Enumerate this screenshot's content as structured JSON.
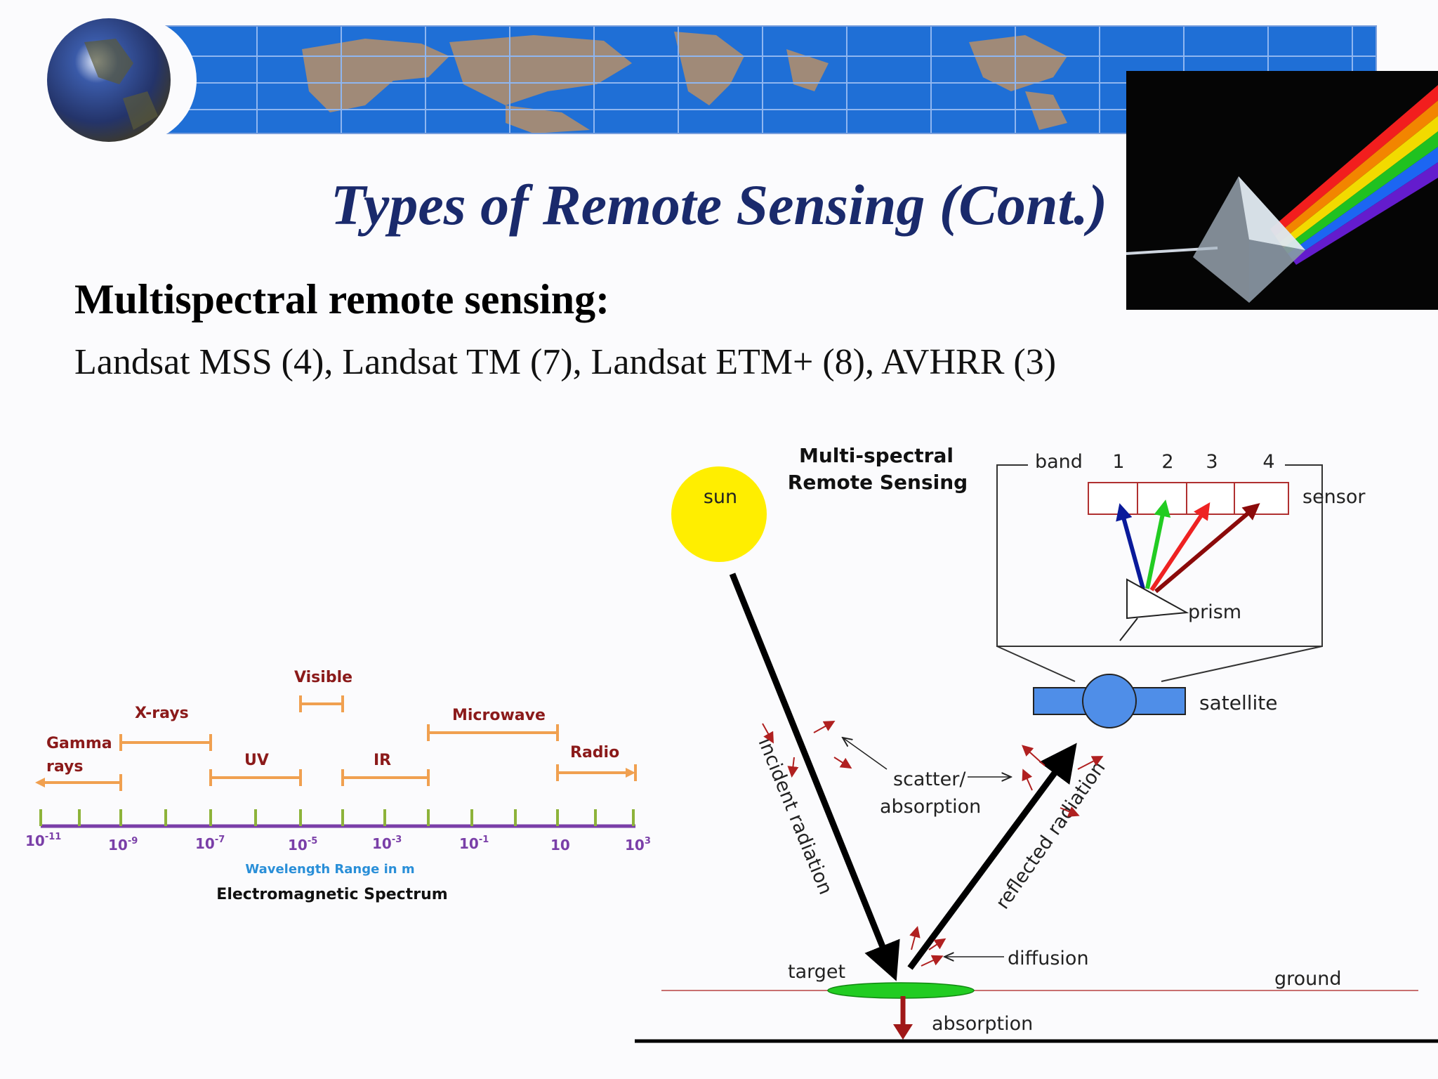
{
  "slide": {
    "title": "Types of Remote Sensing (Cont.)",
    "subtitle": "Multispectral remote sensing:",
    "sensors_line": "Landsat MSS (4), Landsat TM (7), Landsat ETM+ (8), AVHRR (3)"
  },
  "spectrum": {
    "bands": {
      "gamma_line1": "Gamma",
      "gamma_line2": "rays",
      "xrays": "X-rays",
      "uv": "UV",
      "visible": "Visible",
      "ir": "IR",
      "microwave": "Microwave",
      "radio": "Radio"
    },
    "ticks": [
      {
        "base": "10",
        "exp": "-11"
      },
      {
        "base": "10",
        "exp": "-9"
      },
      {
        "base": "10",
        "exp": "-7"
      },
      {
        "base": "10",
        "exp": "-5"
      },
      {
        "base": "10",
        "exp": "-3"
      },
      {
        "base": "10",
        "exp": "-1"
      },
      {
        "base": "10",
        "exp": ""
      },
      {
        "base": "10",
        "exp": "3"
      }
    ],
    "axis_label": "Wavelength Range in m",
    "caption": "Electromagnetic Spectrum",
    "colors": {
      "band_label": "#8b1a1a",
      "bracket": "#f0a050",
      "axis": "#7a3fa8",
      "tick": "#8db33a",
      "axis_label": "#2a8fd8",
      "tick_label": "#7a3fa8"
    }
  },
  "rs_diagram": {
    "title_line1": "Multi-spectral",
    "title_line2": "Remote Sensing",
    "sun": "sun",
    "band": "band",
    "band_numbers": [
      "1",
      "2",
      "3",
      "4"
    ],
    "sensor": "sensor",
    "prism": "prism",
    "satellite": "satellite",
    "incident": "incident radiation",
    "scatter_line1": "scatter/",
    "scatter_line2": "absorption",
    "reflected": "reflected radiation",
    "diffusion": "diffusion",
    "target": "target",
    "ground": "ground",
    "absorption": "absorption",
    "colors": {
      "sun": "#ffee00",
      "satellite": "#4f8ee8",
      "target": "#22cc22",
      "ray1": "#0a1a9a",
      "ray2": "#22cc22",
      "ray3": "#ee2222",
      "ray4": "#8b0a0a"
    }
  }
}
